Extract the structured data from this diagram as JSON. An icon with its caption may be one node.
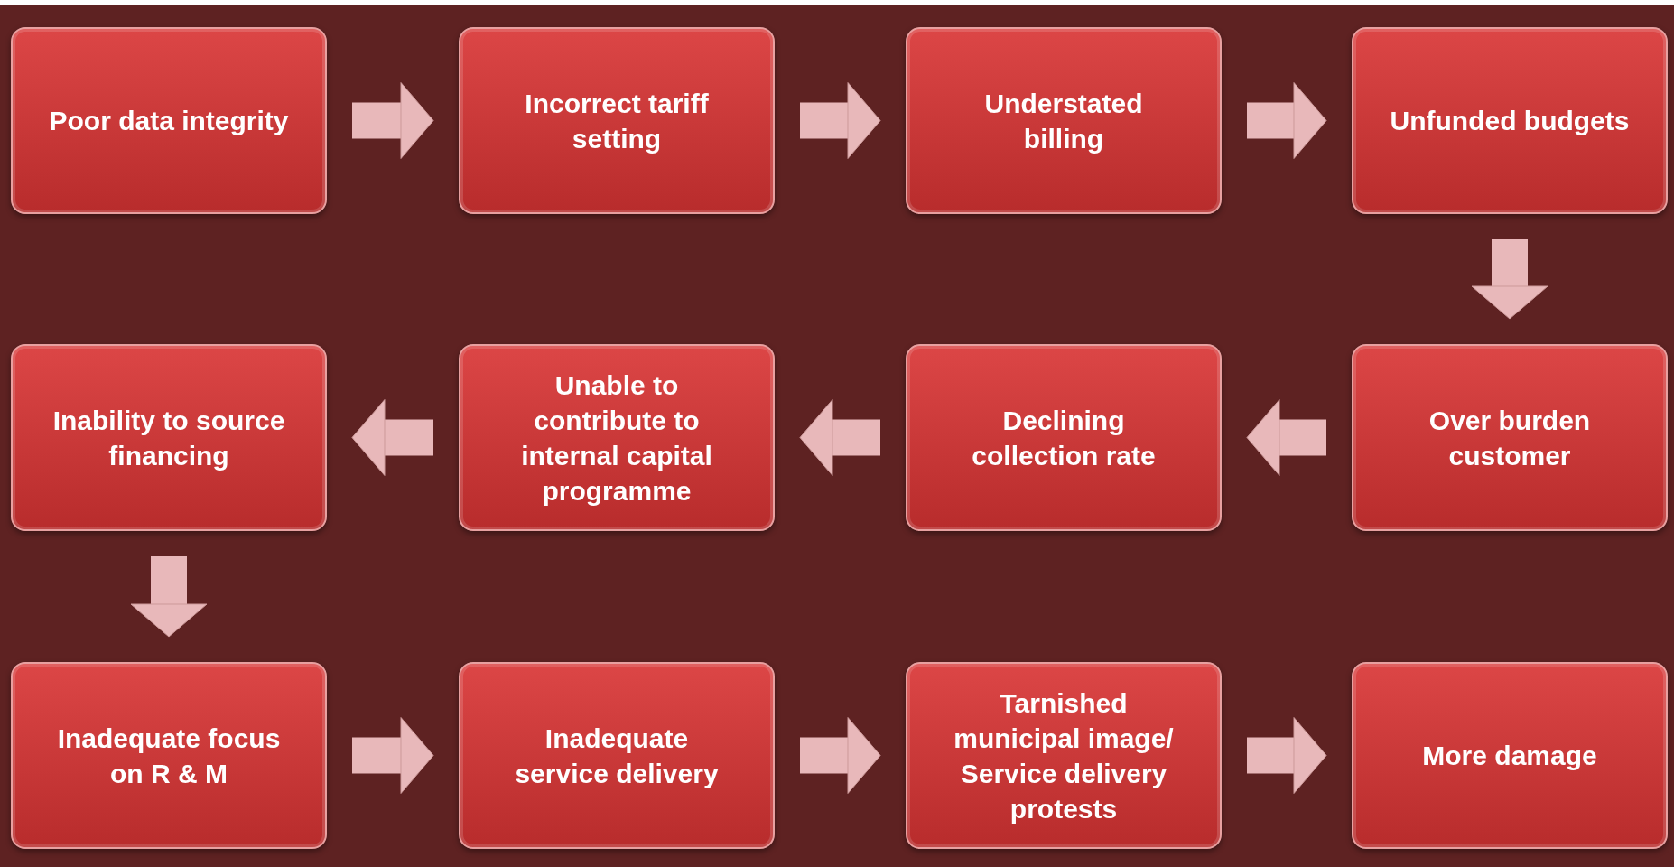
{
  "diagram": {
    "nodes": [
      {
        "text": [
          "Poor data integrity"
        ]
      },
      {
        "text": [
          "Incorrect tariff setting"
        ]
      },
      {
        "text": [
          "Understated billing"
        ]
      },
      {
        "text": [
          "Unfunded budgets"
        ]
      },
      {
        "text": [
          "Inability to source financing"
        ]
      },
      {
        "text": [
          "Unable to contribute to internal capital programme"
        ]
      },
      {
        "text": [
          "Declining collection rate"
        ]
      },
      {
        "text": [
          "Over burden customer"
        ]
      },
      {
        "text": [
          "Inadequate focus on R & M"
        ]
      },
      {
        "text": [
          "Inadequate service delivery"
        ]
      },
      {
        "text": [
          "Tarnished municipal image/ Service delivery protests"
        ]
      },
      {
        "text": [
          "More damage"
        ]
      }
    ],
    "edges": [
      {
        "from": 0,
        "to": 1,
        "arrow": "to"
      },
      {
        "from": 1,
        "to": 2,
        "arrow": "to"
      },
      {
        "from": 2,
        "to": 3,
        "arrow": "to"
      },
      {
        "from": 3,
        "to": 7,
        "arrow": "to"
      },
      {
        "from": 7,
        "to": 6,
        "arrow": "to"
      },
      {
        "from": 6,
        "to": 5,
        "arrow": "to"
      },
      {
        "from": 5,
        "to": 4,
        "arrow": "to"
      },
      {
        "from": 4,
        "to": 8,
        "arrow": "to"
      },
      {
        "from": 8,
        "to": 9,
        "arrow": "to"
      },
      {
        "from": 9,
        "to": 10,
        "arrow": "to"
      },
      {
        "from": 10,
        "to": 11,
        "arrow": "to"
      }
    ]
  }
}
